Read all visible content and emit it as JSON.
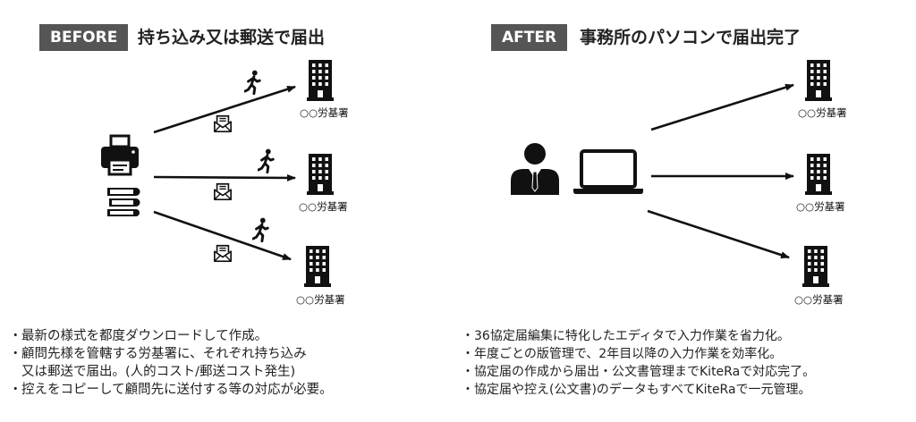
{
  "before": {
    "badge": "BEFORE",
    "heading": "持ち込み又は郵送で届出",
    "notes": [
      {
        "bullet": "・",
        "lines": [
          "最新の様式を都度ダウンロードして作成。"
        ]
      },
      {
        "bullet": "・",
        "lines": [
          "顧問先様を管轄する労基署に、それぞれ持ち込み",
          "又は郵送で届出。(人的コスト/郵送コスト発生)"
        ]
      },
      {
        "bullet": "・",
        "lines": [
          "控えをコピーして顧問先に送付する等の対応が必要。"
        ]
      }
    ],
    "offices": [
      "○○労基署",
      "○○労基署",
      "○○労基署"
    ]
  },
  "after": {
    "badge": "AFTER",
    "heading": "事務所のパソコンで届出完了",
    "notes": [
      {
        "bullet": "・",
        "lines": [
          "36協定届編集に特化したエディタで入力作業を省力化。"
        ]
      },
      {
        "bullet": "・",
        "lines": [
          "年度ごとの版管理で、2年目以降の入力作業を効率化。"
        ]
      },
      {
        "bullet": "・",
        "lines": [
          "協定届の作成から届出・公文書管理までKiteRaで対応完了。"
        ]
      },
      {
        "bullet": "・",
        "lines": [
          "協定届や控え(公文書)のデータもすべてKiteRaで一元管理。"
        ]
      }
    ],
    "offices": [
      "○○労基署",
      "○○労基署",
      "○○労基署"
    ]
  },
  "icons": {
    "printer": "printer-icon",
    "books": "books-stack-icon",
    "walker": "walking-person-icon",
    "mail": "envelope-letter-icon",
    "building": "office-building-icon",
    "person": "businessperson-icon",
    "laptop": "laptop-icon"
  },
  "colors": {
    "badge_bg": "#555555",
    "ink": "#111111"
  }
}
